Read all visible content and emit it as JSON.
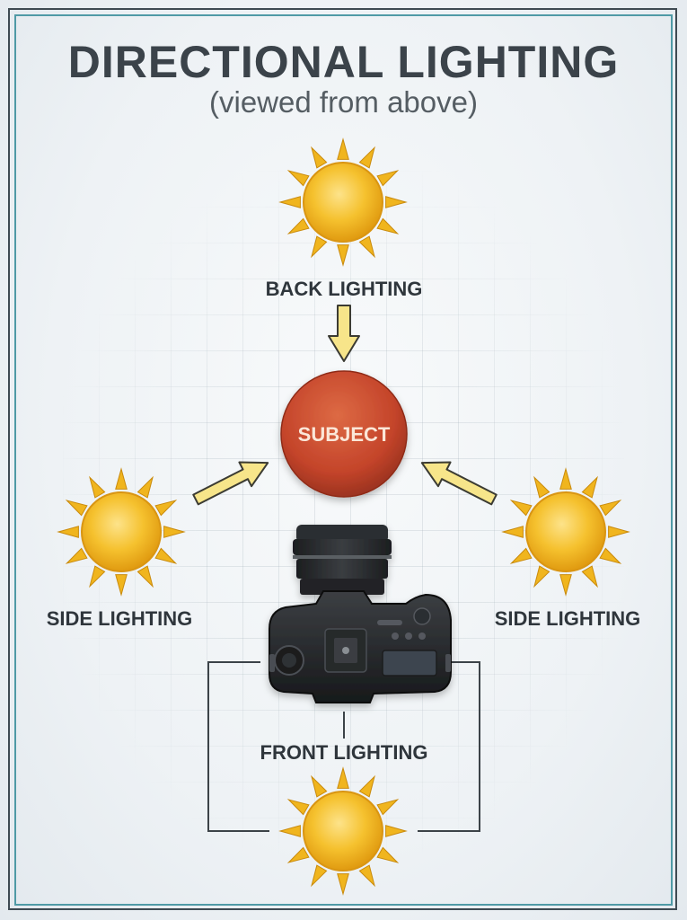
{
  "title": "DIRECTIONAL LIGHTING",
  "subtitle": "(viewed from above)",
  "subject": "SUBJECT",
  "labels": {
    "back": "BACK LIGHTING",
    "side_left": "SIDE LIGHTING",
    "side_right": "SIDE LIGHTING",
    "front": "FRONT LIGHTING"
  },
  "icons": [
    "sun-icon",
    "camera-icon",
    "arrow-icon"
  ],
  "colors": {
    "sun": "#f5c12e",
    "sun_rays": "#f0b51e",
    "subject": "#c8482a",
    "arrow": "#f7e58a",
    "frame_inner": "#4f9aa6",
    "title": "#3b434a"
  }
}
